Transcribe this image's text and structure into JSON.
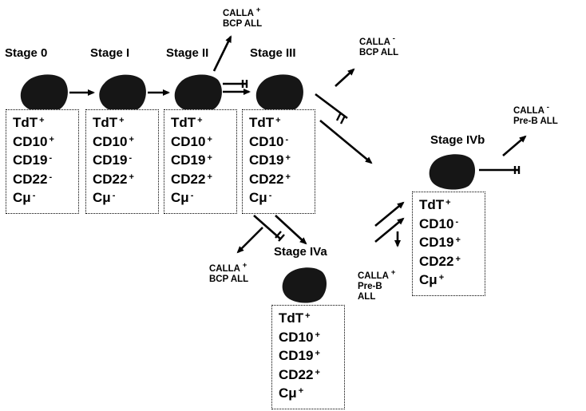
{
  "stages": [
    {
      "id": "stage0",
      "label": "Stage 0",
      "markers": [
        {
          "name": "TdT",
          "sign": "+"
        },
        {
          "name": "CD10",
          "sign": "+"
        },
        {
          "name": "CD19",
          "sign": "-"
        },
        {
          "name": "CD22",
          "sign": "-"
        },
        {
          "name": "Cμ",
          "sign": "-"
        }
      ]
    },
    {
      "id": "stage1",
      "label": "Stage I",
      "markers": [
        {
          "name": "TdT",
          "sign": "+"
        },
        {
          "name": "CD10",
          "sign": "+"
        },
        {
          "name": "CD19",
          "sign": "-"
        },
        {
          "name": "CD22",
          "sign": "+"
        },
        {
          "name": "Cμ",
          "sign": "-"
        }
      ]
    },
    {
      "id": "stage2",
      "label": "Stage II",
      "markers": [
        {
          "name": "TdT",
          "sign": "+"
        },
        {
          "name": "CD10",
          "sign": "+"
        },
        {
          "name": "CD19",
          "sign": "+"
        },
        {
          "name": "CD22",
          "sign": "+"
        },
        {
          "name": "Cμ",
          "sign": "-"
        }
      ]
    },
    {
      "id": "stage3",
      "label": "Stage III",
      "markers": [
        {
          "name": "TdT",
          "sign": "+"
        },
        {
          "name": "CD10",
          "sign": "-"
        },
        {
          "name": "CD19",
          "sign": "+"
        },
        {
          "name": "CD22",
          "sign": "+"
        },
        {
          "name": "Cμ",
          "sign": "-"
        }
      ]
    },
    {
      "id": "stage4a",
      "label": "Stage IVa",
      "markers": [
        {
          "name": "TdT",
          "sign": "+"
        },
        {
          "name": "CD10",
          "sign": "+"
        },
        {
          "name": "CD19",
          "sign": "+"
        },
        {
          "name": "CD22",
          "sign": "+"
        },
        {
          "name": "Cμ",
          "sign": "+"
        }
      ]
    },
    {
      "id": "stage4b",
      "label": "Stage IVb",
      "markers": [
        {
          "name": "TdT",
          "sign": "+"
        },
        {
          "name": "CD10",
          "sign": "-"
        },
        {
          "name": "CD19",
          "sign": "+"
        },
        {
          "name": "CD22",
          "sign": "+"
        },
        {
          "name": "Cμ",
          "sign": "+"
        }
      ]
    }
  ],
  "outcomes": {
    "calla_pos_bcp_top": {
      "line1": "CALLA",
      "sign": "+",
      "line2": "BCP  ALL"
    },
    "calla_neg_bcp": {
      "line1": "CALLA",
      "sign": "-",
      "line2": "BCP  ALL"
    },
    "calla_neg_preb": {
      "line1": "CALLA",
      "sign": "-",
      "line2": "Pre-B  ALL"
    },
    "calla_pos_bcp_bottom": {
      "line1": "CALLA",
      "sign": "+",
      "line2": "BCP  ALL"
    },
    "calla_pos_preb": {
      "line1": "CALLA",
      "sign": "+",
      "line2": "Pre-B",
      "line3": "ALL"
    }
  }
}
